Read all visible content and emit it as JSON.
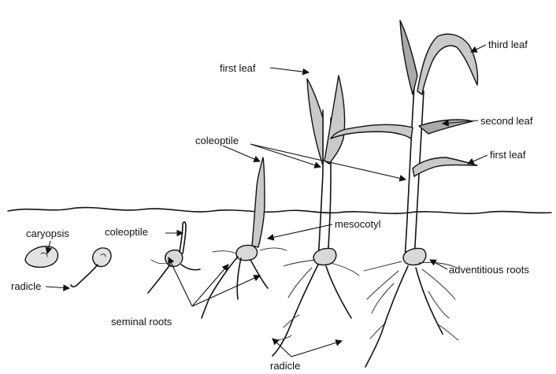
{
  "labels": {
    "third_leaf": "third leaf",
    "first_leaf_top": "first leaf",
    "second_leaf": "second leaf",
    "first_leaf_right": "first leaf",
    "coleoptile_top": "coleoptile",
    "coleoptile_left": "coleoptile",
    "mesocotyl": "mesocotyl",
    "caryopsis": "caryopsis",
    "radicle_left": "radicle",
    "adventitious_roots": "adventitious roots",
    "seminal_roots": "seminal roots",
    "radicle_bottom": "radicle"
  },
  "colors": {
    "ink": "#111111",
    "leaf_fill": "#c9c9c9",
    "background": "#ffffff"
  }
}
